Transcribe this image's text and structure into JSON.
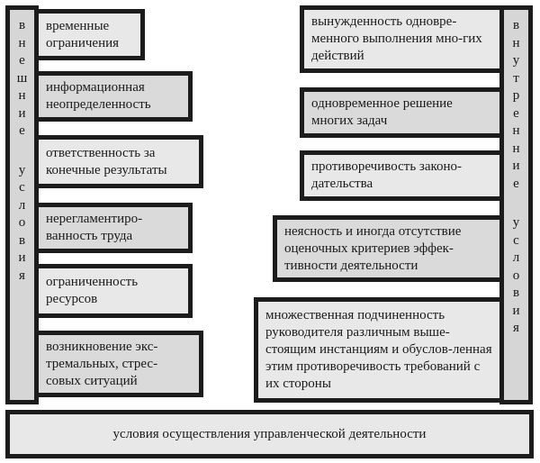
{
  "left_label": {
    "word1": "внешние",
    "word2": "условия"
  },
  "right_label": {
    "word1": "внутренние",
    "word2": "условия"
  },
  "external": [
    "временные ограничения",
    "информационная неопределенность",
    "ответственность за конечные результаты",
    "нерегламентиро-ванность труда",
    "ограниченность ресурсов",
    "возникновение экс-тремальных, стрес-совых ситуаций"
  ],
  "internal": [
    "вынужденность одновре-менного выполнения мно-гих действий",
    "одновременное решение многих задач",
    "противоречивость законо-дательства",
    "неясность и иногда отсутствие оценочных критериев эффек-тивности деятельности",
    "множественная подчиненность руководителя различным выше-стоящим инстанциям и обуслов-ленная этим противоречивость требований с их стороны"
  ],
  "bottom": "условия осуществления управленческой деятельности"
}
